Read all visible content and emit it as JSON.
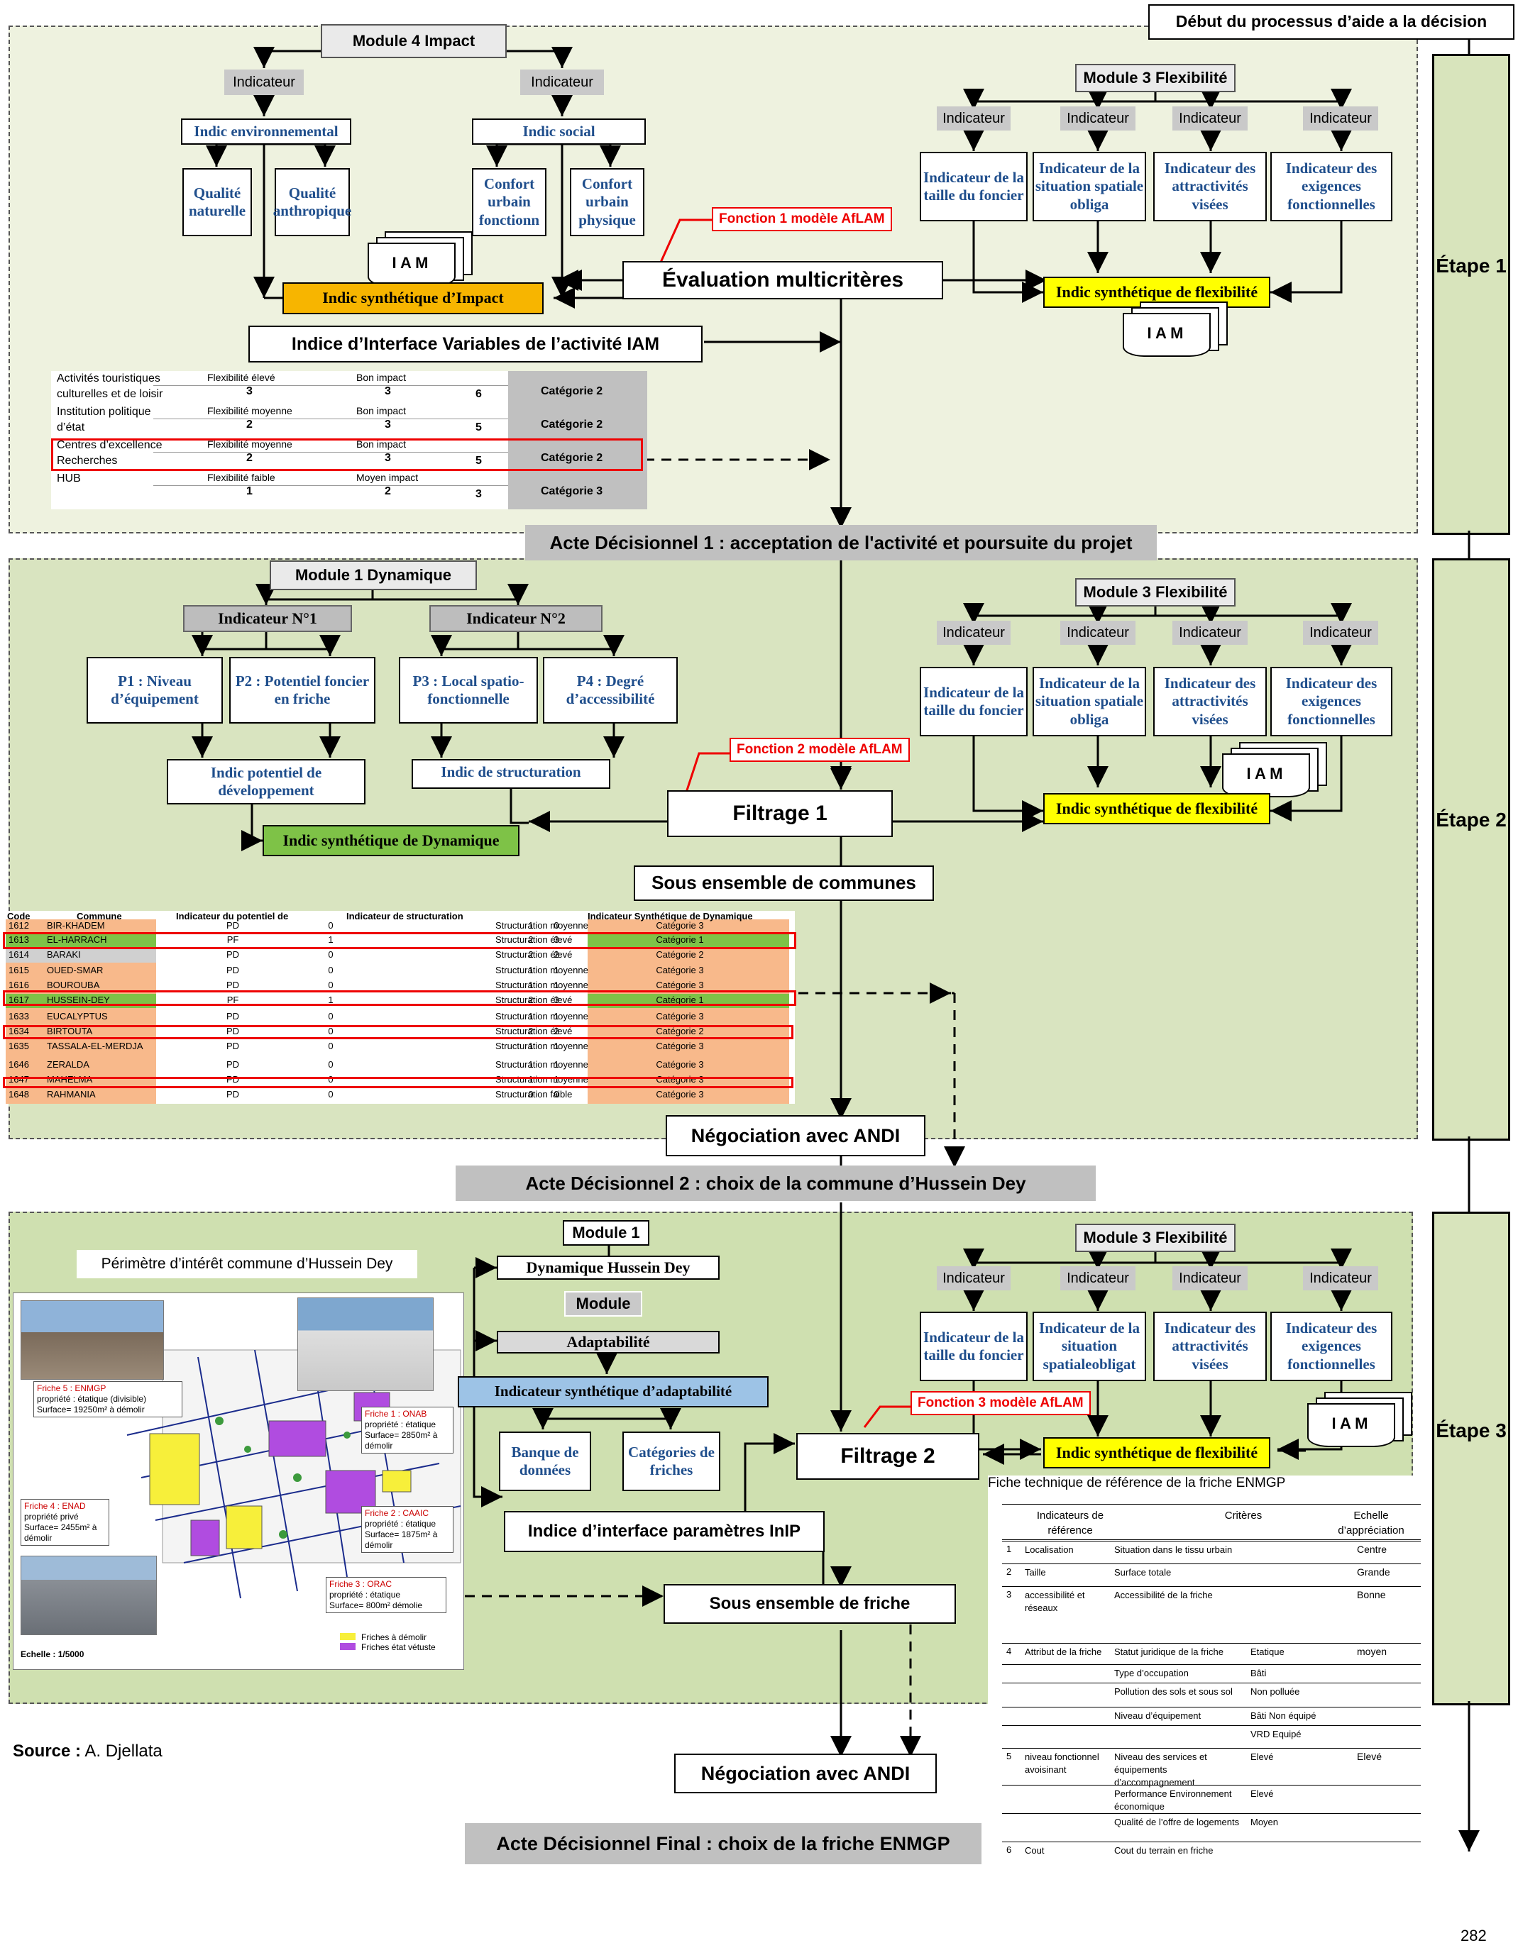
{
  "top_label": "Début du processus d’aide a la décision",
  "etapes": [
    "Étape 1",
    "Étape 2",
    "Étape 3"
  ],
  "page_number": "282",
  "source": {
    "label": "Source :",
    "author": "A. Djellata"
  },
  "stage1": {
    "module4": "Module 4 Impact",
    "indicateur": "Indicateur",
    "indic_env": "Indic environnemental",
    "indic_social": "Indic social",
    "qualite_nat": "Qualité naturelle",
    "qualite_anth": "Qualité anthropique",
    "confort_fonc": "Confort urbain fonctionn",
    "confort_phys": "Confort urbain physique",
    "iam": "I A M",
    "indic_impact": "Indic synthétique d’Impact",
    "eval": "Évaluation multicritères",
    "fonction1": "Fonction 1 modèle AfLAM",
    "indice_iam": "Indice d’Interface Variables de l’activité IAM",
    "module3": "Module 3 Flexibilité",
    "flex_ind": [
      "Indicateur de la taille du foncier",
      "Indicateur de la situation spatiale obliga",
      "Indicateur des attractivités visées",
      "Indicateur des exigences fonctionnelles"
    ],
    "indic_flex": "Indic synthétique de flexibilité",
    "table": [
      {
        "act1": "Activités touristiques",
        "act2": "culturelles et de loisir",
        "flex": "Flexibilité élevé",
        "fv": "3",
        "imp": "Bon impact",
        "iv": "3",
        "tot": "6",
        "cat": "Catégorie 2"
      },
      {
        "act1": "Institution politique",
        "act2": "d’état",
        "flex": "Flexibilité moyenne",
        "fv": "2",
        "imp": "Bon impact",
        "iv": "3",
        "tot": "5",
        "cat": "Catégorie 2"
      },
      {
        "act1": "Centres d’excellence",
        "act2": "Recherches",
        "flex": "Flexibilité moyenne",
        "fv": "2",
        "imp": "Bon impact",
        "iv": "3",
        "tot": "5",
        "cat": "Catégorie 2"
      },
      {
        "act1": "HUB",
        "act2": "",
        "flex": "Flexibilité faible",
        "fv": "1",
        "imp": "Moyen impact",
        "iv": "2",
        "tot": "3",
        "cat": "Catégorie 3"
      }
    ]
  },
  "acte1": "Acte Décisionnel 1 : acceptation de l'activité et poursuite du projet",
  "stage2": {
    "module1": "Module 1 Dynamique",
    "ind1": "Indicateur N°1",
    "ind2": "Indicateur N°2",
    "p1": "P1 : Niveau d’équipement",
    "p2": "P2 : Potentiel foncier en friche",
    "p3": "P3 : Local spatio-fonctionnelle",
    "p4": "P4 : Degré d’accessibilité",
    "indic_dev": "Indic potentiel de développement",
    "indic_struct": "Indic de structuration",
    "indic_dyn": "Indic synthétique de Dynamique",
    "fonction2": "Fonction 2 modèle AfLAM",
    "filtrage1": "Filtrage 1",
    "sous_communes": "Sous ensemble de communes",
    "negociation": "Négociation avec ANDI",
    "headers": [
      "Code",
      "Commune",
      "Indicateur du potentiel de",
      "Indicateur de structuration",
      "Indicateur Synthétique de Dynamique"
    ],
    "rows": [
      [
        "1612",
        "BIR-KHADEM",
        "PD",
        "0",
        "Structuration moyenne",
        "1",
        "0",
        "Catégorie 3"
      ],
      [
        "1613",
        "EL-HARRACH",
        "PF",
        "1",
        "Structuration élevé",
        "2",
        "3",
        "Catégorie 1"
      ],
      [
        "1614",
        "BARAKI",
        "PD",
        "0",
        "Structuration élevé",
        "2",
        "2",
        "Catégorie 2"
      ],
      [
        "1615",
        "OUED-SMAR",
        "PD",
        "0",
        "Structuration moyenne",
        "1",
        "1",
        "Catégorie 3"
      ],
      [
        "1616",
        "BOUROUBA",
        "PD",
        "0",
        "Structuration moyenne",
        "1",
        "1",
        "Catégorie 3"
      ],
      [
        "1617",
        "HUSSEIN-DEY",
        "PF",
        "1",
        "Structuration élevé",
        "2",
        "3",
        "Catégorie 1"
      ],
      [
        "1633",
        "EUCALYPTUS",
        "PD",
        "0",
        "Structuration moyenne",
        "1",
        "1",
        "Catégorie 3"
      ],
      [
        "1634",
        "BIRTOUTA",
        "PD",
        "0",
        "Structuration élevé",
        "2",
        "2",
        "Catégorie 2"
      ],
      [
        "1635",
        "TASSALA-EL-MERDJA",
        "PD",
        "0",
        "Structuration moyenne",
        "1",
        "1",
        "Catégorie 3"
      ],
      [
        "1646",
        "ZERALDA",
        "PD",
        "0",
        "Structuration moyenne",
        "1",
        "1",
        "Catégorie 3"
      ],
      [
        "1647",
        "MAHELMA",
        "PD",
        "0",
        "Structuration moyenne",
        "1",
        "1",
        "Catégorie 3"
      ],
      [
        "1648",
        "RAHMANIA",
        "PD",
        "0",
        "Structuration faible",
        "0",
        "0",
        "Catégorie 3"
      ]
    ]
  },
  "acte2": "Acte Décisionnel 2 : choix de la commune d’Hussein Dey",
  "stage3": {
    "perimetre": "Périmètre d’intérêt commune d’Hussein Dey",
    "module1": "Module 1",
    "dyn_hd": "Dynamique Hussein Dey",
    "module": "Module",
    "adapt": "Adaptabilité",
    "indic_adapt": "Indicateur synthétique d’adaptabilité",
    "banque": "Banque de données",
    "categories": "Catégories de friches",
    "inip": "Indice d’interface paramètres InIP",
    "sous_friche": "Sous ensemble de friche",
    "filtrage2": "Filtrage 2",
    "fonction3": "Fonction 3 modèle AfLAM",
    "flex_ind": [
      "Indicateur de la taille du foncier",
      "Indicateur de la situation spatialeobligat",
      "Indicateur des attractivités visées",
      "Indicateur des exigences fonctionnelles"
    ],
    "negociation": "Négociation avec ANDI",
    "acte_final": "Acte Décisionnel Final : choix de la friche ENMGP",
    "friches": [
      {
        "t": "Friche 5 : ENMGP",
        "a": "propriété : étatique (divisible)",
        "b": "Surface= 19250m² à démolir"
      },
      {
        "t": "Friche 1 : ONAB",
        "a": "propriété : étatique",
        "b": "Surface= 2850m² à démolir"
      },
      {
        "t": "Friche 4 : ENAD",
        "a": "propriété privé",
        "b": "Surface= 2455m² à démolir"
      },
      {
        "t": "Friche 2 : CAAIC",
        "a": "propriété : étatique",
        "b": "Surface= 1875m² à démolir"
      },
      {
        "t": "Friche 3 : ORAC",
        "a": "propriété : étatique",
        "b": "Surface= 800m² démolie"
      }
    ],
    "legend": [
      "Friches à démolir",
      "Friches état vétuste"
    ],
    "echelle": "Echelle : 1/5000",
    "fiche_title": "Fiche technique de référence de la friche ENMGP",
    "fiche_headers": [
      "Indicateurs de référence",
      "Critères",
      "Echelle d’appréciation"
    ],
    "fiche_rows": [
      {
        "n": "1",
        "ind": "Localisation",
        "crit": "Situation dans le tissu urbain",
        "val": "Centre"
      },
      {
        "n": "2",
        "ind": "Taille",
        "crit": "Surface totale",
        "val": "Grande"
      },
      {
        "n": "3",
        "ind": "accessibilité et réseaux",
        "crit": "Accessibilité de la friche",
        "val": "Bonne"
      },
      {
        "n": "4",
        "ind": "Attribut de la friche",
        "crit": "Statut juridique de la friche",
        "crit2": "Etatique",
        "val": "moyen"
      },
      {
        "n": "",
        "ind": "",
        "crit": "Type d’occupation",
        "crit2": "Bâti",
        "val": ""
      },
      {
        "n": "",
        "ind": "",
        "crit": "Pollution des sols et sous sol",
        "crit2": "Non polluée",
        "val": ""
      },
      {
        "n": "",
        "ind": "",
        "crit": "Niveau d’équipement",
        "crit2": "Bâti  Non équipé",
        "val": ""
      },
      {
        "n": "",
        "ind": "",
        "crit": "",
        "crit2": "VRD  Equipé",
        "val": ""
      },
      {
        "n": "5",
        "ind": "niveau fonctionnel avoisinant",
        "crit": "Niveau des services et équipements d’accompagnement",
        "crit2": "Elevé",
        "val": "Elevé"
      },
      {
        "n": "",
        "ind": "",
        "crit": "Performance Environnement économique",
        "crit2": "Elevé",
        "val": ""
      },
      {
        "n": "",
        "ind": "",
        "crit": "Qualité de l’offre de logements",
        "crit2": "Moyen",
        "val": ""
      },
      {
        "n": "6",
        "ind": "Cout",
        "crit": "Cout du terrain en friche",
        "crit2": "",
        "val": ""
      }
    ]
  },
  "colors": {
    "zone1": "#eef2df",
    "zone2": "#d9e4c0",
    "zone3": "#cfe0b0",
    "yellow": "#ffff00",
    "orange": "#f7b500",
    "green": "#7ec247",
    "red": "#e00000",
    "title_blue": "#1f4e8c"
  }
}
